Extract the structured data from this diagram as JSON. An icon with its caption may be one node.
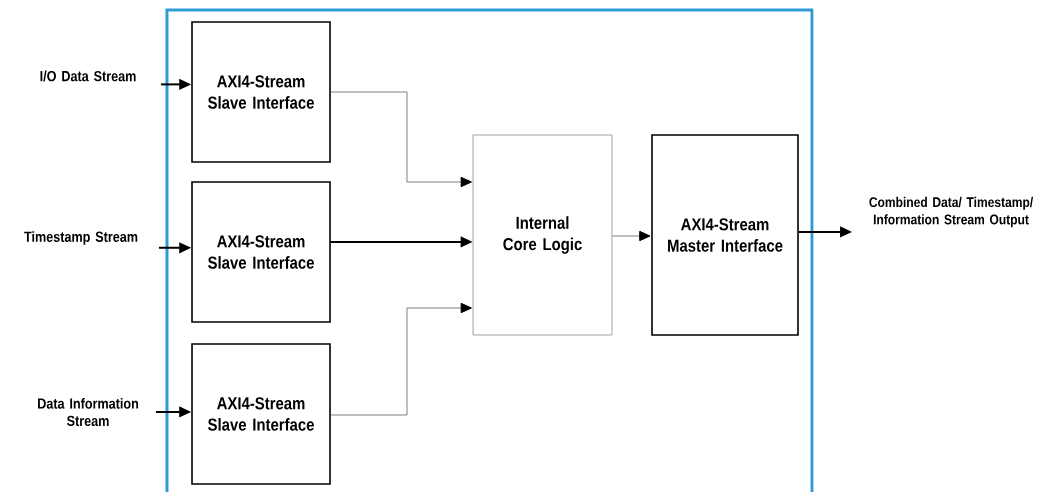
{
  "diagram": {
    "nodes": [
      {
        "text": [],
        "shape": "box"
      },
      {
        "text": [
          "I/O Data Stream"
        ]
      },
      {
        "text": [
          "AXI4-Stream Slave Interface"
        ],
        "in": 0
      },
      {
        "text": [
          "Timestamp Stream"
        ]
      },
      {
        "text": [
          "AXI4-Stream Slave Interface"
        ],
        "in": 0
      },
      {
        "text": [
          "Data Information Stream"
        ]
      },
      {
        "text": [
          "AXI4-Stream Slave Interface"
        ],
        "in": 0
      },
      {
        "text": [
          "Internal Core Logic"
        ],
        "in": 0
      },
      {
        "text": [
          "AXI4-Stream Master Interface"
        ],
        "in": 0
      },
      {
        "text": [
          "Combined Data/ Timestamp/ Information Stream Output"
        ]
      }
    ],
    "edges": [
      {
        "from": 1,
        "to": 2,
        "arrow": "to"
      },
      {
        "from": 3,
        "to": 4,
        "arrow": "to"
      },
      {
        "from": 5,
        "to": 6,
        "arrow": "to"
      },
      {
        "from": 2,
        "to": 7,
        "arrow": "to",
        "color": "#808080"
      },
      {
        "from": 4,
        "to": 7,
        "arrow": "to"
      },
      {
        "from": 6,
        "to": 7,
        "arrow": "to",
        "color": "#808080"
      },
      {
        "from": 7,
        "to": 8,
        "arrow": "to",
        "color": "#808080"
      },
      {
        "from": 8,
        "to": 9,
        "arrow": "to"
      }
    ]
  }
}
